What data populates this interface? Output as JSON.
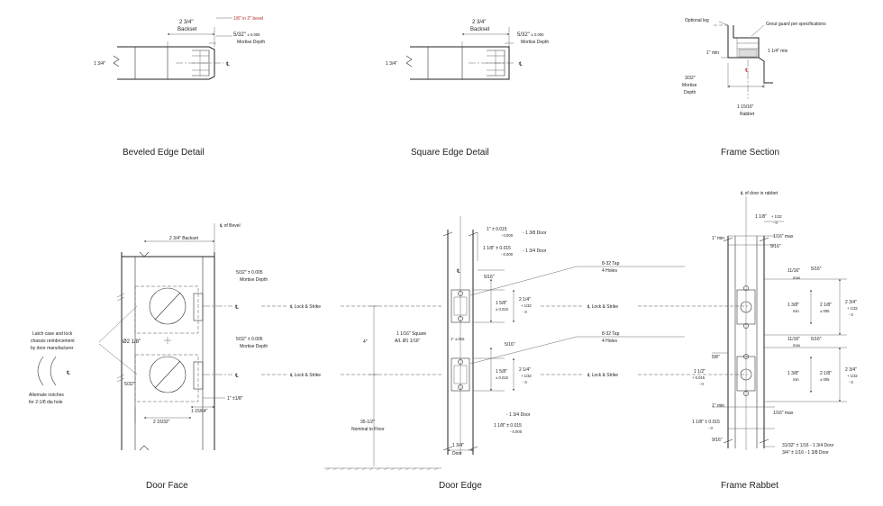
{
  "captions": {
    "beveled_edge": "Beveled Edge Detail",
    "square_edge": "Square Edge Detail",
    "frame_section": "Frame Section",
    "door_face": "Door Face",
    "door_edge": "Door Edge",
    "frame_rabbet": "Frame Rabbet"
  },
  "beveled": {
    "backset": "2 3/4\"",
    "backset_word": "Backset",
    "bevel_note": "1/8\" in 2\" bevel",
    "mortise_val": "5/32\"",
    "mortise_tol": "± 0.005",
    "mortise_word": "Mortise Depth",
    "thickness": "1 3/4\"",
    "cl": "℄"
  },
  "square": {
    "backset": "2 3/4\"",
    "backset_word": "Backset",
    "mortise_val": "5/32\"",
    "mortise_tol": "± 0.005",
    "mortise_word": "Mortise Depth",
    "thickness": "1 3/4\"",
    "cl": "℄"
  },
  "frame_section": {
    "optional_leg": "Optional leg",
    "grout_guard": "Grout guard per specifications",
    "one_min": "1\" min",
    "quarter_min": "1 1/4\"  min",
    "mortise_a": "3/32\"",
    "mortise_b": "Mortise",
    "mortise_c": "Depth",
    "rabbet_val": "1 15/16\"",
    "rabbet_word": "Rabbet",
    "cl": "℄"
  },
  "door_face": {
    "cl_bevel": "℄ of Bevel",
    "backset": "2 3/4\" Backset",
    "mortise1_val": "5/32\" ± 0.005",
    "mortise1_word": "Mortise Depth",
    "mortise2_val": "5/32\" ± 0.005",
    "mortise2_word": "Mortise Depth",
    "latch_note_1": "Latch case and lock",
    "latch_note_2": "chassis reimbrcement",
    "latch_note_3": "by door manufacturer",
    "hole_dia": "Ø2 1/8\"",
    "alt_note_1": "Alternate notches",
    "alt_note_2": "for 2-1/8 dia hole",
    "five32": "5/32\"",
    "one_inch": "1\" ±1/8\"",
    "d_1564": "1 15/64\"",
    "d_21532": "2 15/32\"",
    "cl": "℄"
  },
  "lock_strike": {
    "label": "℄ Lock & Strike",
    "cl": "℄"
  },
  "door_edge": {
    "d1_val": "1\" ± 0.015",
    "d1_tol": "- 0.000",
    "d1_door": "- 1 3/8 Door",
    "d2_val": "1 1/8\" ± 0.015",
    "d2_tol": "- 0.000",
    "d2_door": "- 1 3/4 Door",
    "five16_a": "5/16\"",
    "five16_b": "5/16\"",
    "sq_1": "1 1/16\" Square",
    "sq_2": "A/L  Ø1 1/16\"",
    "one_pm": "1\" ±.015",
    "d158a": "1 5/8\"",
    "d158a_tol": "± 0.015",
    "d158b": "1 5/8\"",
    "d158b_tol": "± 0.015",
    "d214a": "2 1/4\"",
    "d214a_t1": "+ 1/32",
    "d214a_t2": "- 0",
    "d214b": "2 1/4\"",
    "d214b_t1": "+ 1/32",
    "d214b_t2": "- 0",
    "four": "4\"",
    "nominal_1": "35-1/2\"",
    "nominal_2": "Nominal to Floor",
    "bot_door": "- 1 3/4 Door",
    "bot_val": "1 1/8\" ± 0.015",
    "bot_tol": "- 0.000",
    "width": "1 3/4\"",
    "width_word": "Door",
    "tap1_a": "8-32 Tap",
    "tap1_b": "4 Holes",
    "tap2_a": "8-32 Tap",
    "tap2_b": "4 Holes"
  },
  "frame_rabbet": {
    "cl_rabbet": "℄ of door in rabbet",
    "d118": "1 1/8\"",
    "d118_t1": "+ 1/32",
    "d118_t2": "- 0",
    "one_min": "1\" min",
    "sixteen_max": "1/16\"  max",
    "nine16_top": "9/16\"",
    "a_1116": "11/16\"",
    "a_max": "max",
    "a_516": "5/16\"",
    "a_138": "1 3/8\"",
    "a_min": "min",
    "a_218": "2 1/8\"",
    "a_005": "± 005",
    "a_234": "2 3/4\"",
    "a_t1": "+ 1/32",
    "a_t2": "- 0",
    "b_1116": "11/16\"",
    "b_max": "max",
    "b_516": "5/16\"",
    "b_138": "1 3/8\"",
    "b_min": "min",
    "b_218": "2 1/8\"",
    "b_005": "± 005",
    "b_234": "2 3/4\"",
    "b_t1": "+ 1/32",
    "b_t2": "- 0",
    "five8": "5/8\"",
    "d112": "1 1/2\"",
    "d112_t1": "+ 0.015",
    "d112_t2": "- 0",
    "one_min_b": "1\" min",
    "sixteen_max_b": "1/16\"  max",
    "d118b": "1 1/8\" ± 0.015",
    "d118b_tol": "- 0",
    "nine16_bot": "9/16\"",
    "r1": "31/32\" ± 1/16 - 1 3/4 Door",
    "r2": "3/4\"  ± 1/16 - 1 3/8 Door"
  }
}
